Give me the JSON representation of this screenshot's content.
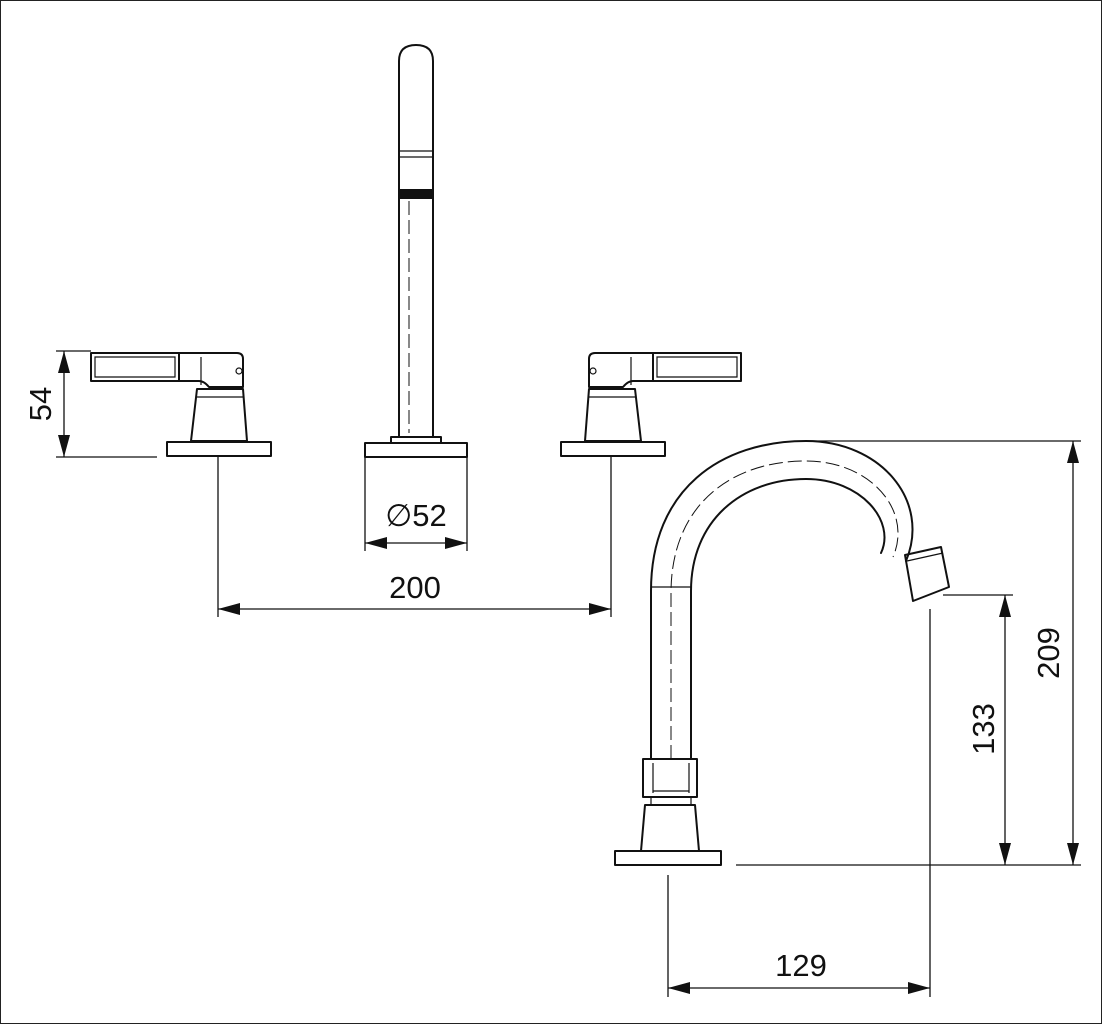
{
  "drawing": {
    "line_color": "#111111",
    "background": "#ffffff"
  },
  "dimensions": {
    "handle_height": "54",
    "spout_base_diameter": "∅52",
    "handle_spacing": "200",
    "spout_total_height": "209",
    "spout_outlet_height": "133",
    "spout_reach": "129"
  }
}
